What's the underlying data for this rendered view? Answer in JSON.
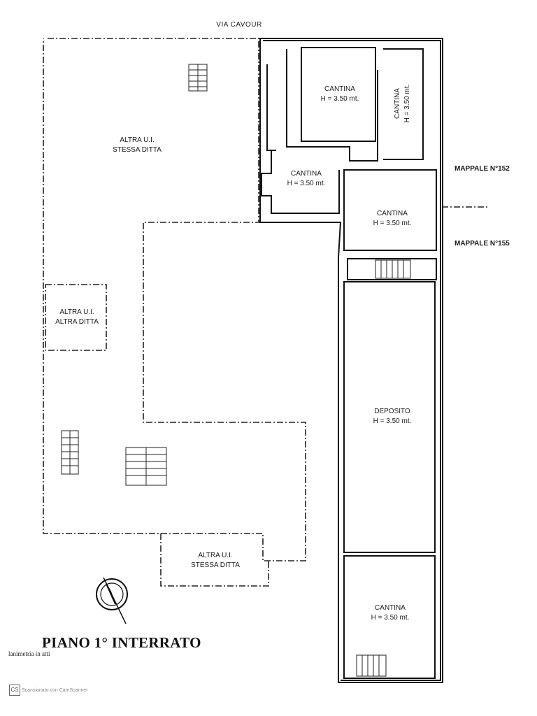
{
  "street": "VIA CAVOUR",
  "rooms": [
    {
      "id": "cantina-top",
      "name": "CANTINA",
      "height": "H = 3.50 mt."
    },
    {
      "id": "cantina-rotated",
      "name": "CANTINA",
      "height": "H = 3.50 mt."
    },
    {
      "id": "cantina-left",
      "name": "CANTINA",
      "height": "H = 3.50 mt."
    },
    {
      "id": "cantina-mid",
      "name": "CANTINA",
      "height": "H = 3.50 mt."
    },
    {
      "id": "deposito",
      "name": "DEPOSITO",
      "height": "H = 3.50 mt."
    },
    {
      "id": "cantina-bottom",
      "name": "CANTINA",
      "height": "H = 3.50 mt."
    }
  ],
  "other_units": [
    {
      "id": "altra-stessa-top",
      "line1": "ALTRA U.I.",
      "line2": "STESSA DITTA"
    },
    {
      "id": "altra-altra",
      "line1": "ALTRA U.I.",
      "line2": "ALTRA DITTA"
    },
    {
      "id": "altra-stessa-bottom",
      "line1": "ALTRA U.I.",
      "line2": "STESSA DITTA"
    }
  ],
  "parcels": {
    "upper": "MAPPALE N°152",
    "lower": "MAPPALE N°155"
  },
  "title": "PIANO 1° INTERRATO",
  "note": "lanimetria in atti",
  "scanner": {
    "logo": "CS",
    "text": "Scansionato con CamScanner"
  }
}
